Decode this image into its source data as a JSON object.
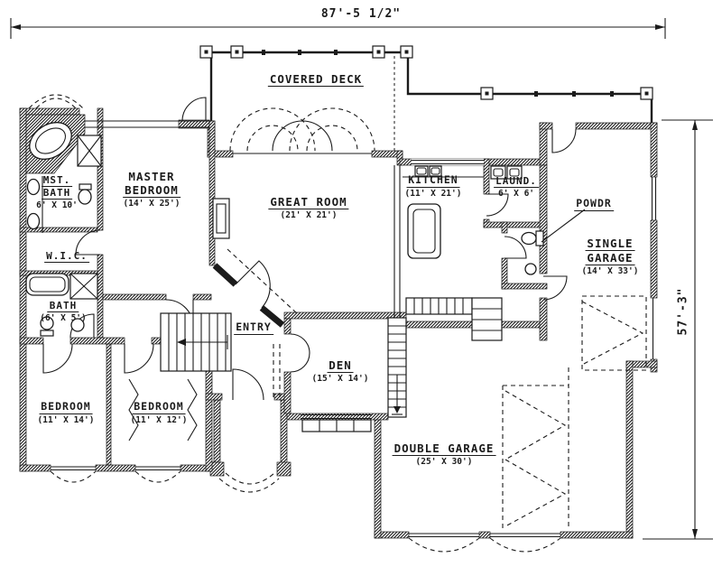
{
  "overall_dimensions": {
    "width": "87'-5 1/2\"",
    "depth": "57'-3\""
  },
  "rooms": {
    "covered_deck": {
      "label": "COVERED DECK"
    },
    "master_bedroom": {
      "line1": "MASTER",
      "line2": "BEDROOM",
      "size": "(14' X 25')"
    },
    "mst_bath": {
      "line1": "MST.",
      "line2": "BATH",
      "size": "6' X 10'"
    },
    "wic": {
      "label": "W.I.C."
    },
    "bath": {
      "label": "BATH",
      "size": "(6' X 5')"
    },
    "great_room": {
      "label": "GREAT ROOM",
      "size": "(21' X 21')"
    },
    "kitchen": {
      "label": "KITCHEN",
      "size": "(11' X 21')"
    },
    "laundry": {
      "label": "LAUND.",
      "size": "6' X 6'"
    },
    "powder": {
      "label": "POWDR"
    },
    "single_garage": {
      "line1": "SINGLE",
      "line2": "GARAGE",
      "size": "(14' X 33')"
    },
    "entry": {
      "label": "ENTRY"
    },
    "den": {
      "label": "DEN",
      "size": "(15' X 14')"
    },
    "bedroom_1": {
      "label": "BEDROOM",
      "size": "(11' X 14')"
    },
    "bedroom_2": {
      "label": "BEDROOM",
      "size": "(11' X 12')"
    },
    "double_garage": {
      "label": "DOUBLE GARAGE",
      "size": "(25' X 30')"
    }
  },
  "colors": {
    "ink": "#1b1b1b",
    "paper": "#ffffff"
  }
}
